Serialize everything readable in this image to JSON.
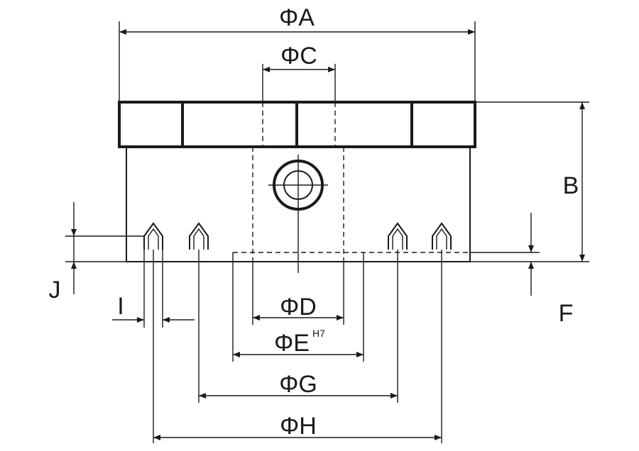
{
  "labels": {
    "A": "ΦA",
    "B": "B",
    "C": "ΦC",
    "D": "ΦD",
    "E": "ΦE",
    "E_tolerance": "H7",
    "F": "F",
    "G": "ΦG",
    "H": "ΦH",
    "I": "I",
    "J": "J"
  },
  "colors": {
    "line": "#1a1a1a",
    "background": "#ffffff"
  }
}
